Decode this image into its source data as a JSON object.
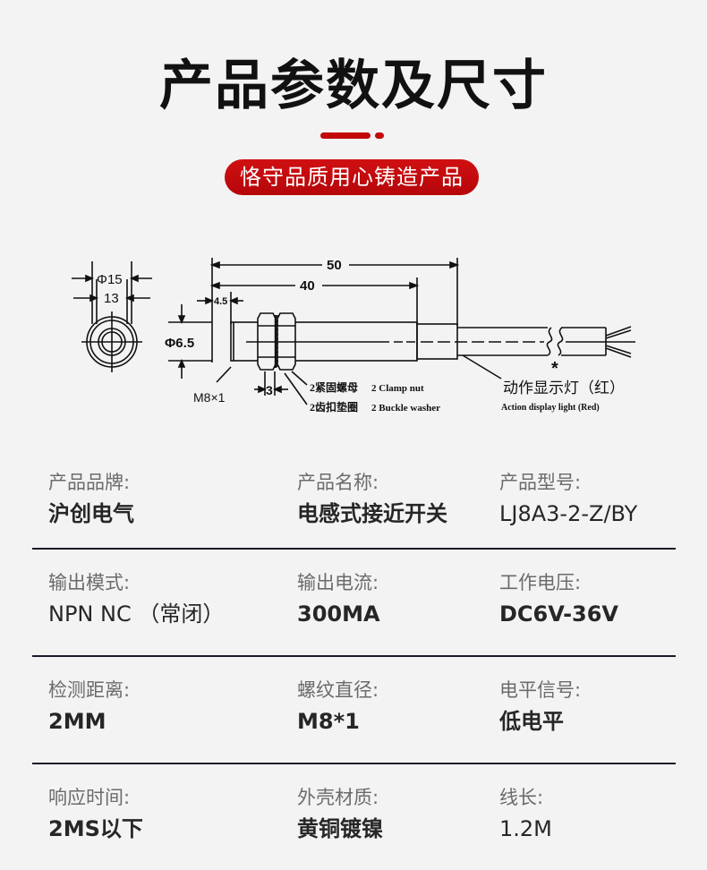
{
  "header": {
    "title": "产品参数及尺寸",
    "badge": "恪守品质用心铸造产品",
    "accent_color": "#c2080b"
  },
  "diagram": {
    "front_view": {
      "outer_diameter": "Φ15",
      "inner_diameter": "13"
    },
    "side_view": {
      "total_length": "50",
      "body_length": "40",
      "sensing_face": "4.5",
      "diameter": "Φ6.5",
      "thread": "M8×1",
      "nut_width": "3",
      "marker": "*"
    },
    "callouts": {
      "clamp_nut_cn": "2紧固螺母",
      "clamp_nut_en": "2 Clamp nut",
      "washer_cn": "2齿扣垫圈",
      "washer_en": "2 Buckle washer",
      "light_cn": "动作显示灯（红）",
      "light_en": "Action display light (Red)"
    }
  },
  "specs": {
    "rows": [
      [
        {
          "label": "产品品牌:",
          "value": "沪创电气",
          "bold": true
        },
        {
          "label": "产品名称:",
          "value": "电感式接近开关",
          "bold": true
        },
        {
          "label": "产品型号:",
          "value": "LJ8A3-2-Z/BY",
          "bold": false
        }
      ],
      [
        {
          "label": "输出模式:",
          "value": "NPN NC （常闭）",
          "bold": false
        },
        {
          "label": "输出电流:",
          "value": "300MA",
          "bold": true
        },
        {
          "label": "工作电压:",
          "value": "DC6V-36V",
          "bold": true
        }
      ],
      [
        {
          "label": "检测距离:",
          "value": "2MM",
          "bold": true
        },
        {
          "label": "螺纹直径:",
          "value": "M8*1",
          "bold": true
        },
        {
          "label": "电平信号:",
          "value": "低电平",
          "bold": true
        }
      ],
      [
        {
          "label": "响应时间:",
          "value": "2MS以下",
          "bold": true
        },
        {
          "label": "外壳材质:",
          "value": "黄铜镀镍",
          "bold": true
        },
        {
          "label": "线长:",
          "value": "1.2M",
          "bold": false
        }
      ]
    ]
  }
}
